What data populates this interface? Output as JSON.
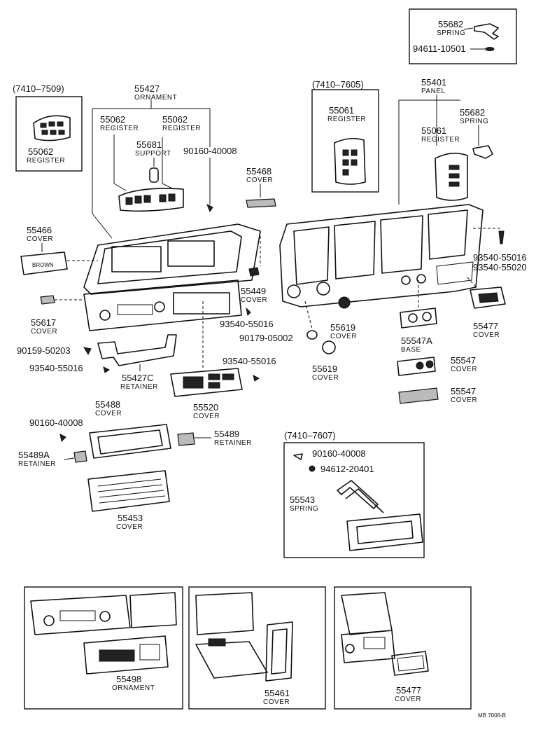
{
  "labels": {
    "top_spring_num": "55682",
    "top_spring_word": "SPRING",
    "top_screw_num": "94611-10501",
    "range_left": "(7410–7509)",
    "register_left_num": "55062",
    "register_left_word": "REGISTER",
    "ornament_num": "55427",
    "ornament_word": "ORNAMENT",
    "register_a_num": "55062",
    "register_a_word": "REGISTER",
    "register_b_num": "55062",
    "register_b_word": "REGISTER",
    "support_num": "55681",
    "support_word": "SUPPORT",
    "screw_90160_num": "90160-40008",
    "cover_55468_num": "55468",
    "cover_55468_word": "COVER",
    "range_mid": "(7410–7605)",
    "register_mid_num": "55061",
    "register_mid_word": "REGISTER",
    "panel_num": "55401",
    "panel_word": "PANEL",
    "spring_right_num": "55682",
    "spring_right_word": "SPRING",
    "register_right_num": "55061",
    "register_right_word": "REGISTER",
    "cover_55466_num": "55466",
    "cover_55466_word": "COVER",
    "brown_text": "BROWN",
    "screw_93540_r1": "93540-55016",
    "screw_93540_r2": "93540-55020",
    "cover_55449_num": "55449",
    "cover_55449_word": "COVER",
    "cover_55617_num": "55617",
    "cover_55617_word": "COVER",
    "screw_93540_mid": "93540-55016",
    "cover_55619a_num": "55619",
    "cover_55619a_word": "COVER",
    "cover_55477_num": "55477",
    "cover_55477_word": "COVER",
    "clip_90179": "90179-05002",
    "base_55547a_num": "55547A",
    "base_55547a_word": "BASE",
    "clip_90159": "90159-50203",
    "screw_93540_left": "93540-55016",
    "retainer_55427c_num": "55427C",
    "retainer_55427c_word": "RETAINER",
    "screw_93540_low": "93540-55016",
    "cover_55619b_num": "55619",
    "cover_55619b_word": "COVER",
    "cover_55547a_num": "55547",
    "cover_55547a_word": "COVER",
    "cover_55547b_num": "55547",
    "cover_55547b_word": "COVER",
    "cover_55520_num": "55520",
    "cover_55520_word": "COVER",
    "cover_55488_num": "55488",
    "cover_55488_word": "COVER",
    "screw_90160_low": "90160-40008",
    "retainer_55489_num": "55489",
    "retainer_55489_word": "RETAINER",
    "retainer_55489a_num": "55489A",
    "retainer_55489a_word": "RETAINER",
    "range_low": "(7410–7607)",
    "screw_90160_box": "90160-40008",
    "washer_94612": "94612-20401",
    "spring_55543_num": "55543",
    "spring_55543_word": "SPRING",
    "cover_55453_num": "55453",
    "cover_55453_word": "COVER",
    "ornament_55498_num": "55498",
    "ornament_55498_word": "ORNAMENT",
    "cover_55461_num": "55461",
    "cover_55461_word": "COVER",
    "cover_55477b_num": "55477",
    "cover_55477b_word": "COVER",
    "footer_code": "MB 7006-B"
  },
  "colors": {
    "ink": "#111111",
    "paper": "#ffffff"
  }
}
